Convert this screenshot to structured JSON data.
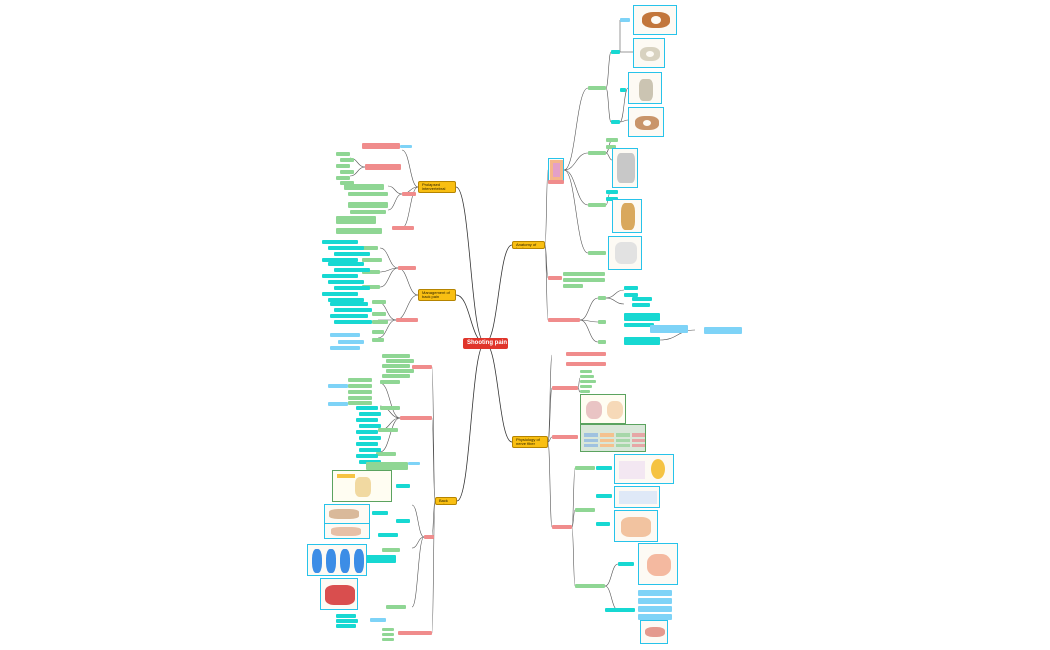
{
  "root": {
    "label": "Shooting pain"
  },
  "branches": {
    "anatomy": {
      "label": "Anatomy of back"
    },
    "physiology": {
      "label": "Physiology of nerve fiber"
    },
    "pid": {
      "label": "Prolapsed intervertebral (PID)"
    },
    "management": {
      "label": "Management of back pain"
    },
    "back": {
      "label": "Back pain"
    }
  },
  "colors": {
    "root": "#e0352b",
    "main_topic": "#f9bf12",
    "subtopic_red": "#f08c8c",
    "detail_green": "#8fd694",
    "detail_cyan": "#17d8d2",
    "detail_blue": "#7ed3f7",
    "image_border": "#27c3ea",
    "connector": "#555555"
  }
}
